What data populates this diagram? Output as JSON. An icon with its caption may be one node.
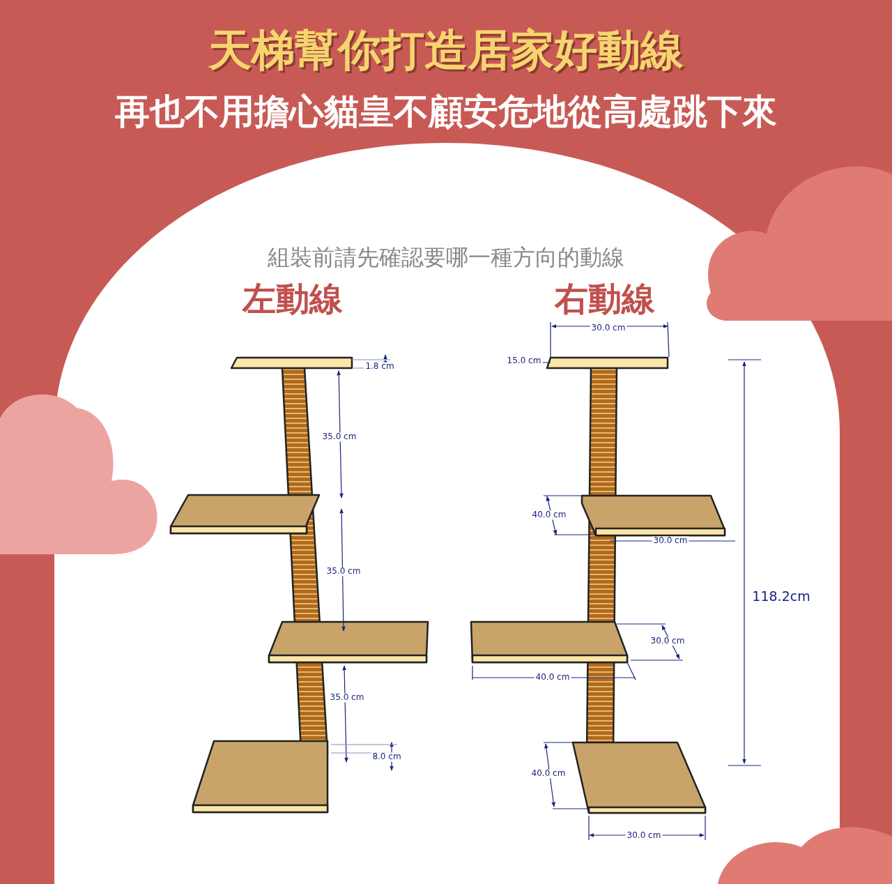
{
  "diagram": {
    "title": "天梯幫你打造居家好動線",
    "labels": [
      "再也不用擔心貓皇不顧安危地從高處跳下來",
      "組裝前請先確認要哪一種方向的動線",
      "左動線",
      "右動線",
      "30.0 cm",
      "1.8 cm",
      "15.0 cm",
      "35.0 cm",
      "40.0 cm",
      "30.0 cm",
      "35.0 cm",
      "118.2cm",
      "30.0 cm",
      "40.0 cm",
      "35.0 cm",
      "8.0 cm",
      "40.0 cm",
      "30.0 cm"
    ]
  }
}
